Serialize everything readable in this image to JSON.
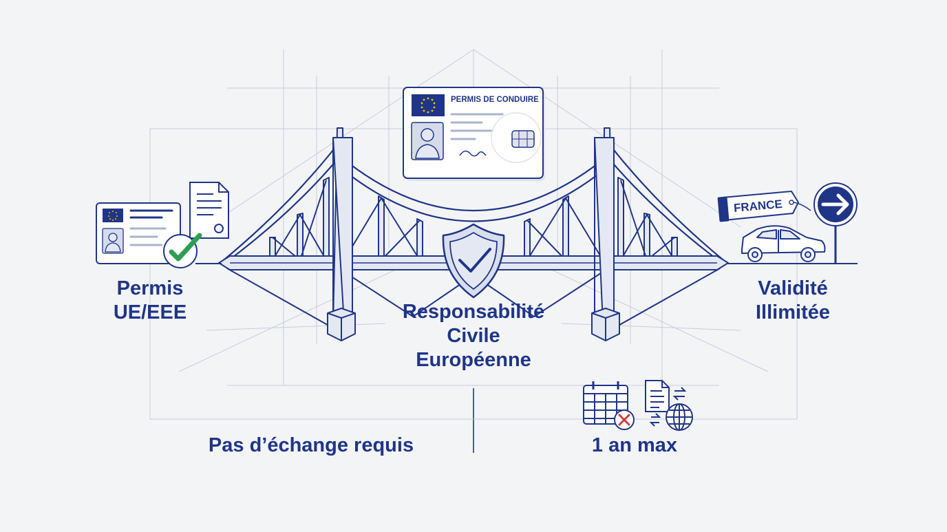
{
  "labels": {
    "left_line1": "Permis",
    "left_line2": "UE/EEE",
    "center_line1": "Responsabilité",
    "center_line2": "Civile",
    "center_line3": "Européenne",
    "right_line1": "Validité",
    "right_line2": "Illimitée",
    "bottom_left": "Pas d’échange requis",
    "bottom_right": "1 an max"
  },
  "license_card": {
    "title": "PERMIS DE CONDUIRE"
  },
  "sign": {
    "country": "FRANCE"
  },
  "icons": {
    "left_card": "eu-license-card-icon",
    "left_doc": "document-icon",
    "left_check": "green-checkmark-icon",
    "center_card": "driving-license-card-icon",
    "shield": "shield-check-icon",
    "bridge": "bridge-illustration",
    "car": "car-icon",
    "arrow_sign": "arrow-right-sign-icon",
    "calendar": "calendar-cross-icon",
    "exchange": "document-globe-exchange-icon"
  },
  "colors": {
    "navy": "#1f3587",
    "bridge_fill": "#e4e8f3",
    "eu_blue": "#1f3587",
    "eu_star": "#f2c600",
    "check_green": "#2e9e55",
    "cross_red": "#d43a3a",
    "background": "#f3f4f6"
  }
}
